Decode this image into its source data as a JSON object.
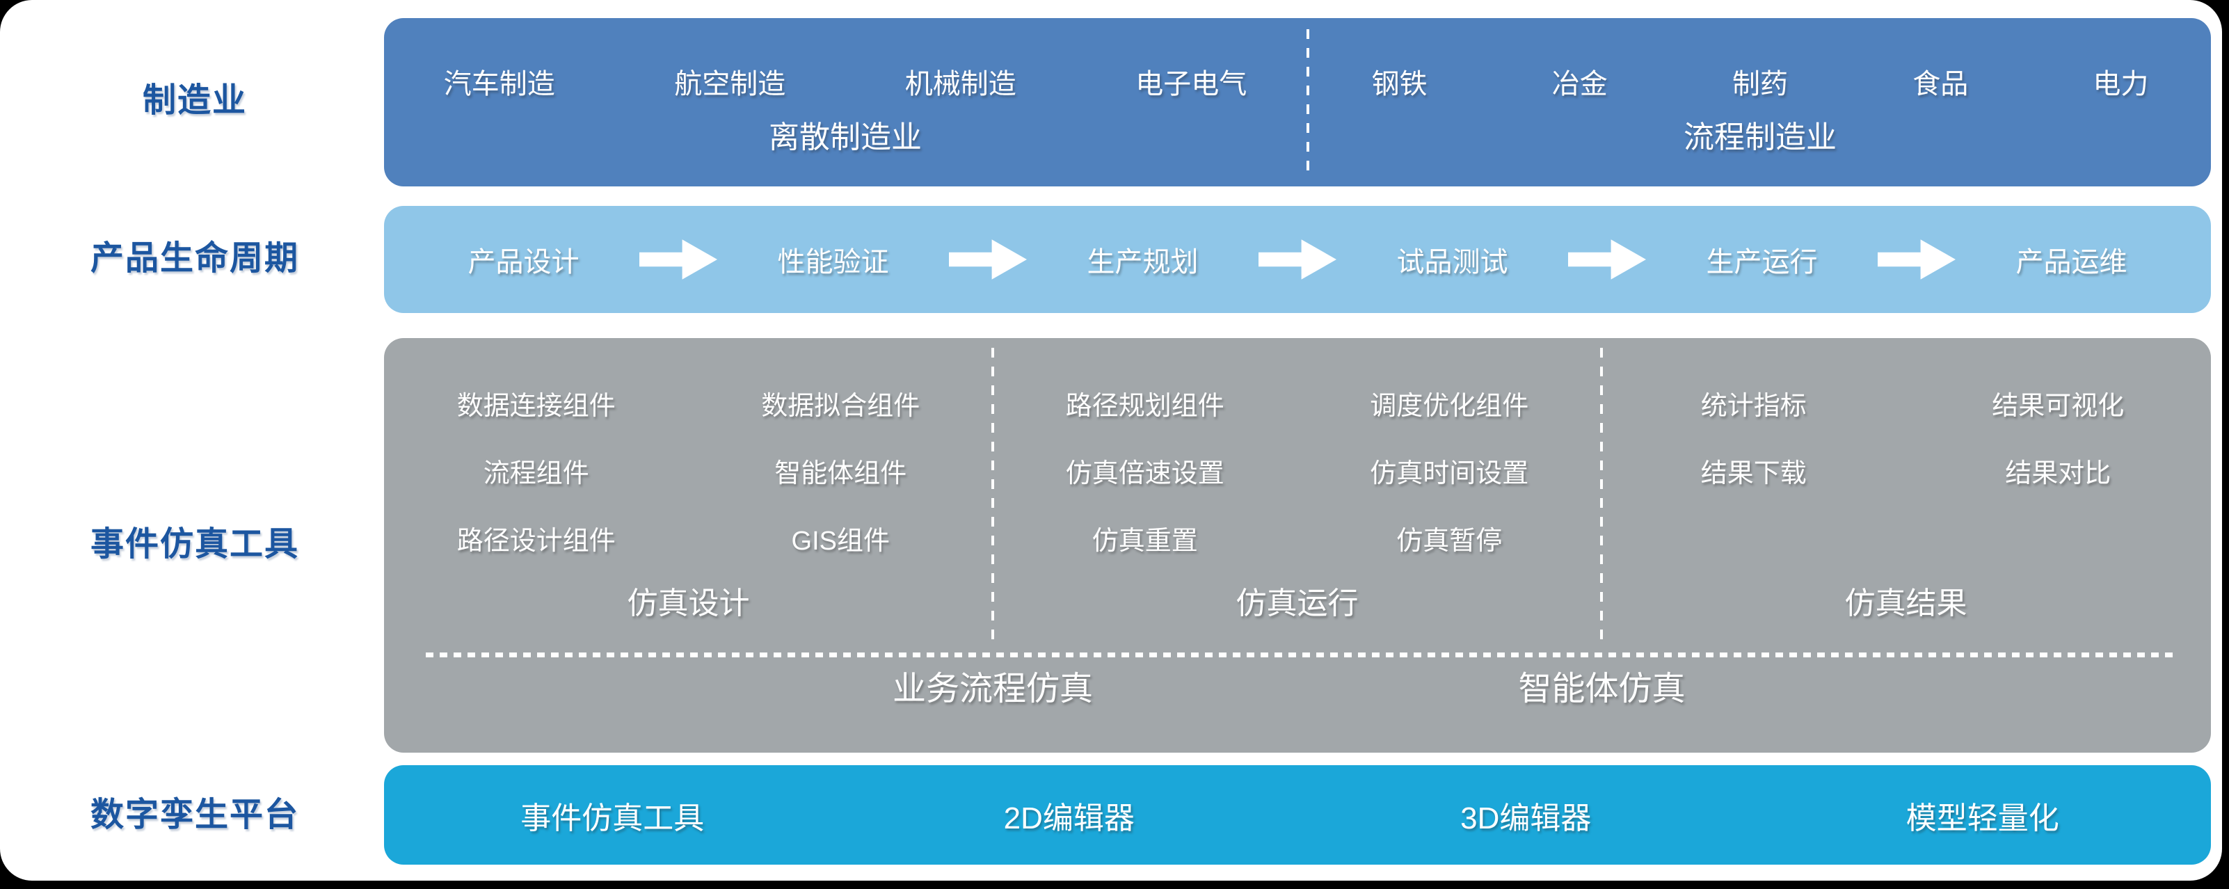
{
  "colors": {
    "blue": "#5081bd",
    "lightblue": "#8fc6e8",
    "gray": "#a2a7aa",
    "cyan": "#1ba7d9",
    "label_blue": "#1c56a0"
  },
  "side_labels": {
    "manufacturing": "制造业",
    "lifecycle": "产品生命周期",
    "simulation": "事件仿真工具",
    "platform": "数字孪生平台"
  },
  "manufacturing": {
    "discrete": {
      "items": [
        "汽车制造",
        "航空制造",
        "机械制造",
        "电子电气"
      ],
      "caption": "离散制造业"
    },
    "process": {
      "items": [
        "钢铁",
        "冶金",
        "制药",
        "食品",
        "电力"
      ],
      "caption": "流程制造业"
    }
  },
  "lifecycle": {
    "stages": [
      "产品设计",
      "性能验证",
      "生产规划",
      "试品测试",
      "生产运行",
      "产品运维"
    ]
  },
  "simulation": {
    "sections": [
      {
        "caption": "仿真设计",
        "col_a": [
          "数据连接组件",
          "流程组件",
          "路径设计组件"
        ],
        "col_b": [
          "数据拟合组件",
          "智能体组件",
          "GIS组件"
        ]
      },
      {
        "caption": "仿真运行",
        "col_a": [
          "路径规划组件",
          "仿真倍速设置",
          "仿真重置"
        ],
        "col_b": [
          "调度优化组件",
          "仿真时间设置",
          "仿真暂停"
        ]
      },
      {
        "caption": "仿真结果",
        "col_a": [
          "统计指标",
          "结果下载"
        ],
        "col_b": [
          "结果可视化",
          "结果对比"
        ]
      }
    ],
    "footers": [
      "业务流程仿真",
      "智能体仿真"
    ]
  },
  "platform": {
    "modules": [
      "事件仿真工具",
      "2D编辑器",
      "3D编辑器",
      "模型轻量化"
    ]
  }
}
